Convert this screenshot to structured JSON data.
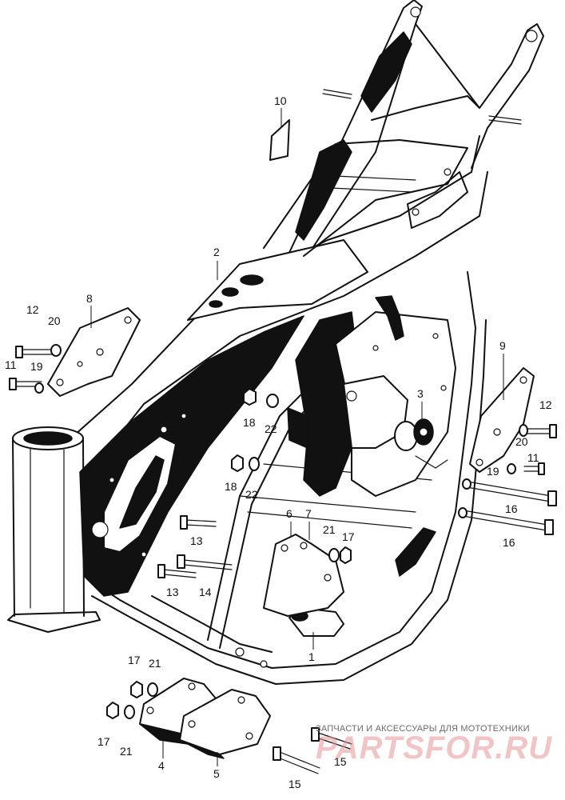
{
  "callouts": [
    {
      "id": "c1",
      "label": "1"
    },
    {
      "id": "c2",
      "label": "2"
    },
    {
      "id": "c3",
      "label": "3"
    },
    {
      "id": "c4",
      "label": "4"
    },
    {
      "id": "c5",
      "label": "5"
    },
    {
      "id": "c6",
      "label": "6"
    },
    {
      "id": "c7",
      "label": "7"
    },
    {
      "id": "c8",
      "label": "8"
    },
    {
      "id": "c9",
      "label": "9"
    },
    {
      "id": "c10",
      "label": "10"
    },
    {
      "id": "c11a",
      "label": "11"
    },
    {
      "id": "c11b",
      "label": "11"
    },
    {
      "id": "c12a",
      "label": "12"
    },
    {
      "id": "c12b",
      "label": "12"
    },
    {
      "id": "c13a",
      "label": "13"
    },
    {
      "id": "c13b",
      "label": "13"
    },
    {
      "id": "c14",
      "label": "14"
    },
    {
      "id": "c15a",
      "label": "15"
    },
    {
      "id": "c15b",
      "label": "15"
    },
    {
      "id": "c16a",
      "label": "16"
    },
    {
      "id": "c16b",
      "label": "16"
    },
    {
      "id": "c17a",
      "label": "17"
    },
    {
      "id": "c17b",
      "label": "17"
    },
    {
      "id": "c17c",
      "label": "17"
    },
    {
      "id": "c18a",
      "label": "18"
    },
    {
      "id": "c18b",
      "label": "18"
    },
    {
      "id": "c19a",
      "label": "19"
    },
    {
      "id": "c19b",
      "label": "19"
    },
    {
      "id": "c20a",
      "label": "20"
    },
    {
      "id": "c20b",
      "label": "20"
    },
    {
      "id": "c21a",
      "label": "21"
    },
    {
      "id": "c21b",
      "label": "21"
    },
    {
      "id": "c21c",
      "label": "21"
    },
    {
      "id": "c22a",
      "label": "22"
    },
    {
      "id": "c22b",
      "label": "22"
    }
  ],
  "watermark": {
    "tagline": "ЗАПЧАСТИ И АКСЕССУАРЫ ДЛЯ МОТОТЕХНИКИ",
    "brand": "PARTSFOR.RU"
  },
  "colors": {
    "ink": "#111111",
    "paper": "#ffffff",
    "watermark_brand": "#e69696"
  }
}
